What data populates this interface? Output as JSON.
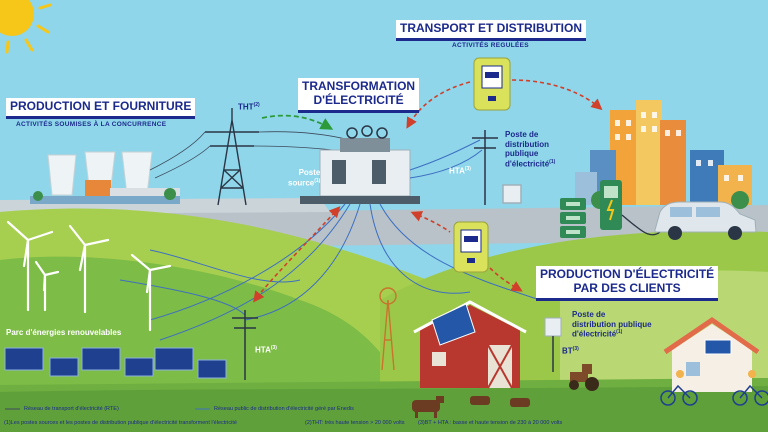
{
  "sections": {
    "production": {
      "title": "PRODUCTION ET FOURNITURE",
      "subtitle": "ACTIVITÉS SOUMISES À LA CONCURRENCE"
    },
    "transport": {
      "title": "TRANSPORT ET DISTRIBUTION",
      "subtitle": "ACTIVITÉS REGULÉES"
    },
    "transformation": {
      "title_line1": "TRANSFORMATION",
      "title_line2": "D'ÉLECTRICITÉ"
    },
    "clients": {
      "title_line1": "PRODUCTION D'ÉLECTRICITÉ",
      "title_line2": "PAR DES CLIENTS"
    }
  },
  "labels": {
    "tht": "THT",
    "tht_note": "(2)",
    "poste_source_line1": "Poste",
    "poste_source_line2": "source",
    "poste_source_note": "(1)",
    "hta_top": "HTA",
    "hta_top_note": "(3)",
    "poste_distribution_top": [
      "Poste de",
      "distribution",
      "publique",
      "d'électricité"
    ],
    "poste_distribution_top_note": "(1)",
    "parc": "Parc d'énergies renouvelables",
    "hta_bottom": "HTA",
    "hta_bottom_note": "(3)",
    "poste_distribution_bottom": [
      "Poste de",
      "distribution publique",
      "d'électricité"
    ],
    "poste_distribution_bottom_note": "(1)",
    "bt": "BT",
    "bt_note": "(3)"
  },
  "legend": {
    "rte": "Réseau de transport d'électricité (RTE)",
    "enedis": "Réseau public de distribution d'électricité géré par Enedis"
  },
  "footnotes": {
    "note1": "(1)Les postes sources et les postes de distribution publique d'électricité transforment l'électricité",
    "note2": "(2)THT: très haute tension > 20 000 volts",
    "note3": "(3)BT + HTA : basse et haute tension de 230 à 20 000 volts"
  },
  "colors": {
    "sky": "#8fd6ea",
    "hills_light": "#9cc84a",
    "hills_dark": "#4f9a3c",
    "title_blue": "#1b2a8c",
    "arrow_red": "#d0402a",
    "arrow_green": "#2c9a3a",
    "line_blue": "#3d6fc2",
    "meter_yellow": "#d9e25a"
  },
  "icons": [
    "sun-icon",
    "power-plant-icon",
    "pylon-icon",
    "transformer-icon",
    "utility-pole-icon",
    "meter-icon",
    "wind-turbine-icon",
    "solar-panel-icon",
    "city-icon",
    "ev-charger-icon",
    "battery-icon",
    "car-icon",
    "barn-icon",
    "house-icon",
    "tractor-icon",
    "cow-icon",
    "cyclist-icon",
    "windmill-icon"
  ]
}
